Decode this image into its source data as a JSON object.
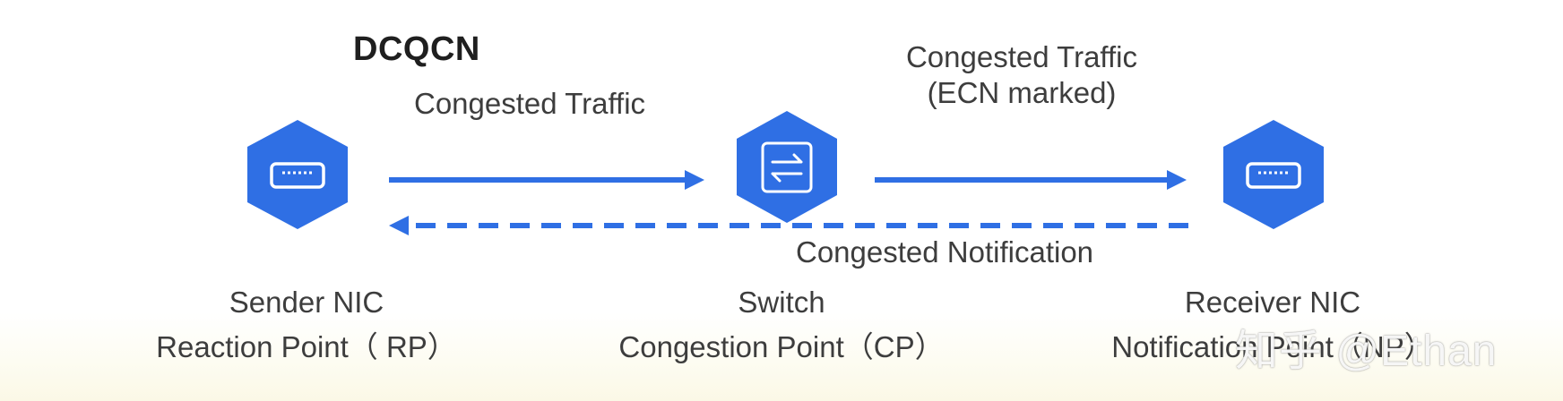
{
  "title": "DCQCN",
  "flows": {
    "forward_1": "Congested  Traffic",
    "forward_2_line1": "Congested  Traffic",
    "forward_2_line2": "(ECN marked)",
    "backward": "Congested   Notification"
  },
  "nodes": {
    "sender": {
      "name": "Sender NIC",
      "role": "Reaction Point（ RP）",
      "icon": "nic-port-icon"
    },
    "switch": {
      "name": "Switch",
      "role": "Congestion Point（CP）",
      "icon": "switch-exchange-icon"
    },
    "receiver": {
      "name": "Receiver NIC",
      "role": "Notification Point（NP）",
      "icon": "nic-port-icon"
    }
  },
  "watermark": "知乎 @Ethan",
  "colors": {
    "accent": "#2f6fe4",
    "hexagon": "#2f6fe4",
    "text": "#3d3d3d"
  }
}
